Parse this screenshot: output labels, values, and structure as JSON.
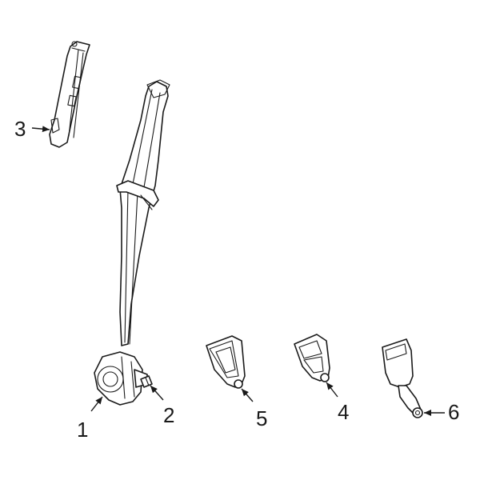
{
  "diagram": {
    "colors": {
      "ink": "#1a1a1a",
      "background": "#ffffff"
    },
    "callouts": [
      {
        "id": "c1",
        "label": "1"
      },
      {
        "id": "c2",
        "label": "2"
      },
      {
        "id": "c3",
        "label": "3"
      },
      {
        "id": "c4",
        "label": "4"
      },
      {
        "id": "c5",
        "label": "5"
      },
      {
        "id": "c6",
        "label": "6"
      }
    ]
  }
}
